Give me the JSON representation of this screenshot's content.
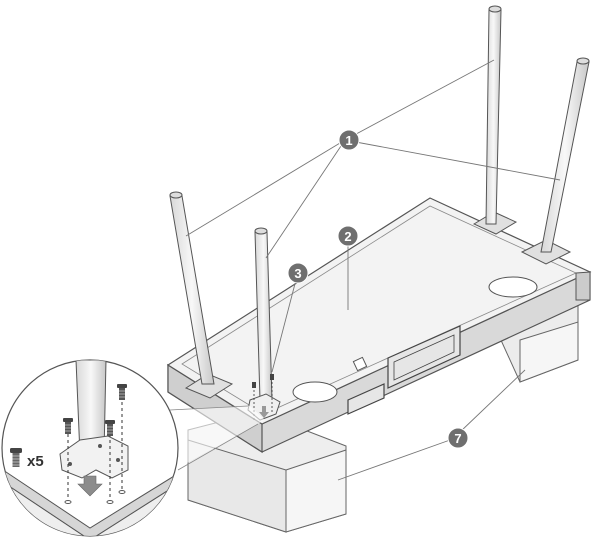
{
  "callouts": {
    "legs": "1",
    "tabletop": "2",
    "screw": "3",
    "cushions": "7"
  },
  "screw_quantity": "x5",
  "colors": {
    "line": "#555555",
    "callout_fill": "#6f6f6f",
    "surface_light": "#f4f4f4",
    "surface_mid": "#e4e4e4",
    "surface_dark": "#cfcfcf"
  }
}
